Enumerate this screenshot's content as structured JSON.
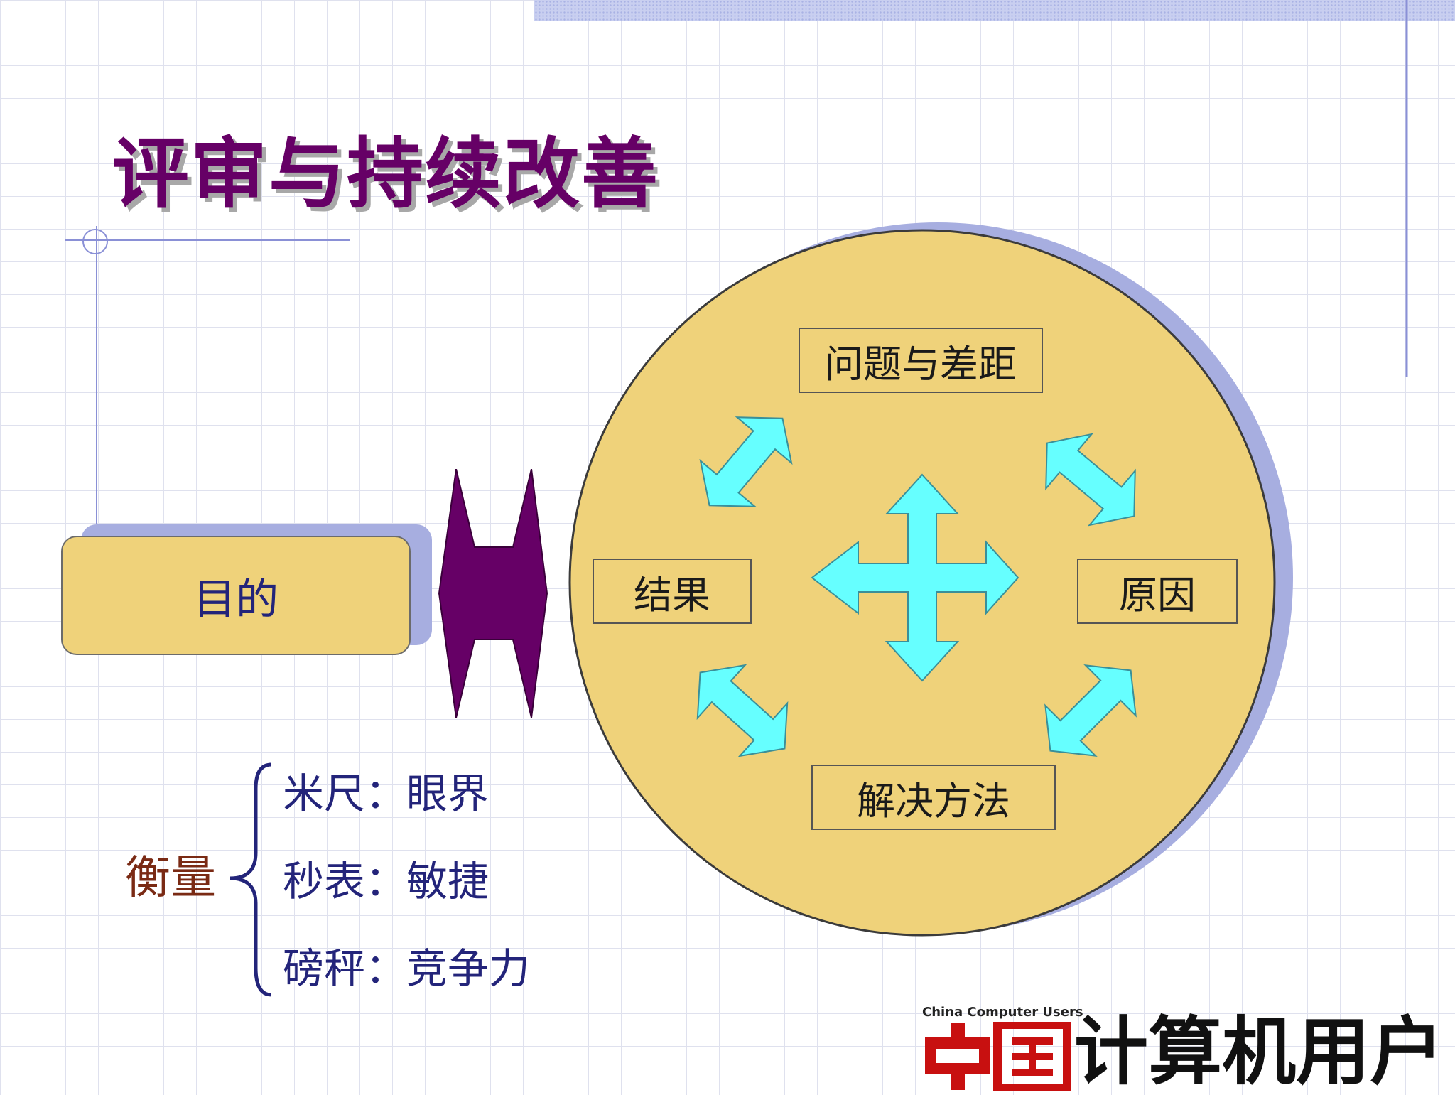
{
  "title": "评审与持续改善",
  "purpose": {
    "label": "目的"
  },
  "cycle": {
    "top": "问题与差距",
    "left": "结果",
    "right": "原因",
    "bottom": "解决方法"
  },
  "measure": {
    "label": "衡量",
    "items": [
      {
        "tool": "米尺：",
        "meaning": "眼界"
      },
      {
        "tool": "秒表：",
        "meaning": "敏捷"
      },
      {
        "tool": "磅秤：",
        "meaning": "竞争力"
      }
    ]
  },
  "logo": {
    "english": "China Computer Users",
    "chinese": "计算机用户"
  },
  "colors": {
    "title": "#660066",
    "box_fill": "#efd27a",
    "circle_shadow": "#a7aee0",
    "arrow_fill": "#66ffff",
    "double_arrow": "#660066",
    "text_blue": "#23247a",
    "logo_red": "#c81010"
  }
}
